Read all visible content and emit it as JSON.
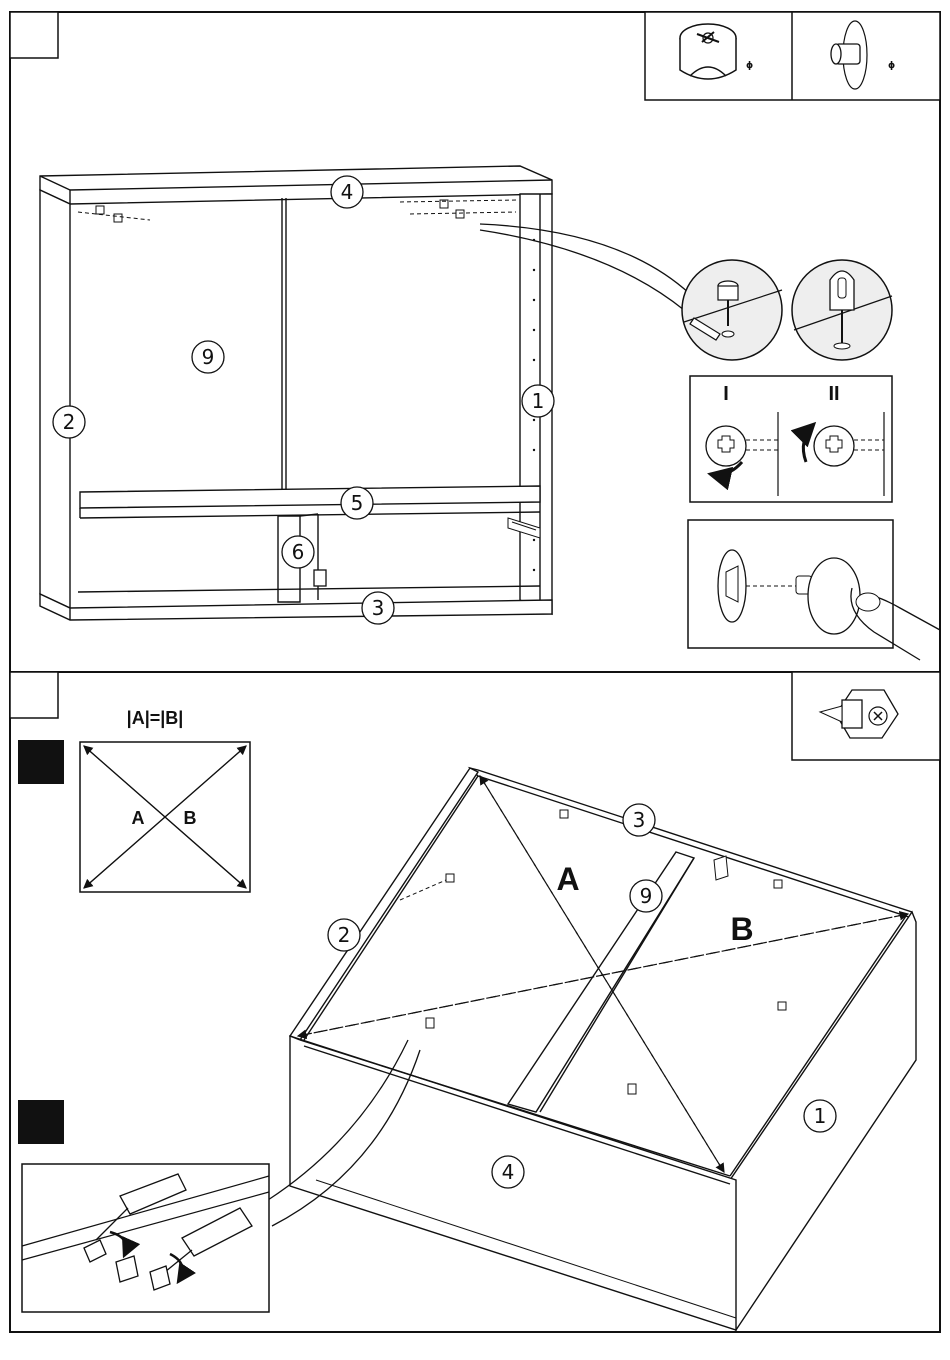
{
  "steps": [
    {
      "step_number": "",
      "parts_box": {
        "items": [
          {
            "icon": "cam-lock-icon",
            "qty": "ɸ"
          },
          {
            "icon": "cam-dowel-icon",
            "qty": "ɸ"
          }
        ]
      },
      "part_labels": {
        "top": "4",
        "bottom": "3",
        "left": "2",
        "right": "1",
        "back": "9",
        "shelf": "5",
        "divider": "6"
      },
      "rotation_labels": {
        "first": "I",
        "second": "II"
      }
    },
    {
      "step_number": "",
      "diagonal_rule": "|A|=|B|",
      "diag_a": "A",
      "diag_b": "B",
      "part_labels": {
        "back_edge": "3",
        "left": "2",
        "right": "1",
        "front": "4",
        "divider": "9"
      },
      "parts_box": {
        "items": [
          {
            "icon": "corner-bracket-icon",
            "qty": ""
          }
        ]
      }
    }
  ]
}
